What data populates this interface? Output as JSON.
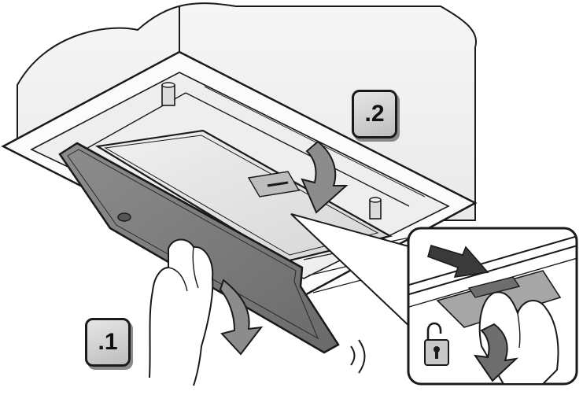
{
  "steps": [
    {
      "label": ".1",
      "action": "tilt-down-arrow"
    },
    {
      "label": ".2",
      "action": "insert-arrow"
    }
  ],
  "inset": {
    "icons": [
      "unlock-padlock-icon",
      "slide-latch-arrow-icon",
      "pull-down-arrow-icon"
    ]
  },
  "colors": {
    "outline": "#1a1a1a",
    "panel_dark": "#7c7c7c",
    "panel_light": "#e8e8e8",
    "ceiling": "#f2f2f2",
    "badge_fill": "#cfcfcf"
  }
}
